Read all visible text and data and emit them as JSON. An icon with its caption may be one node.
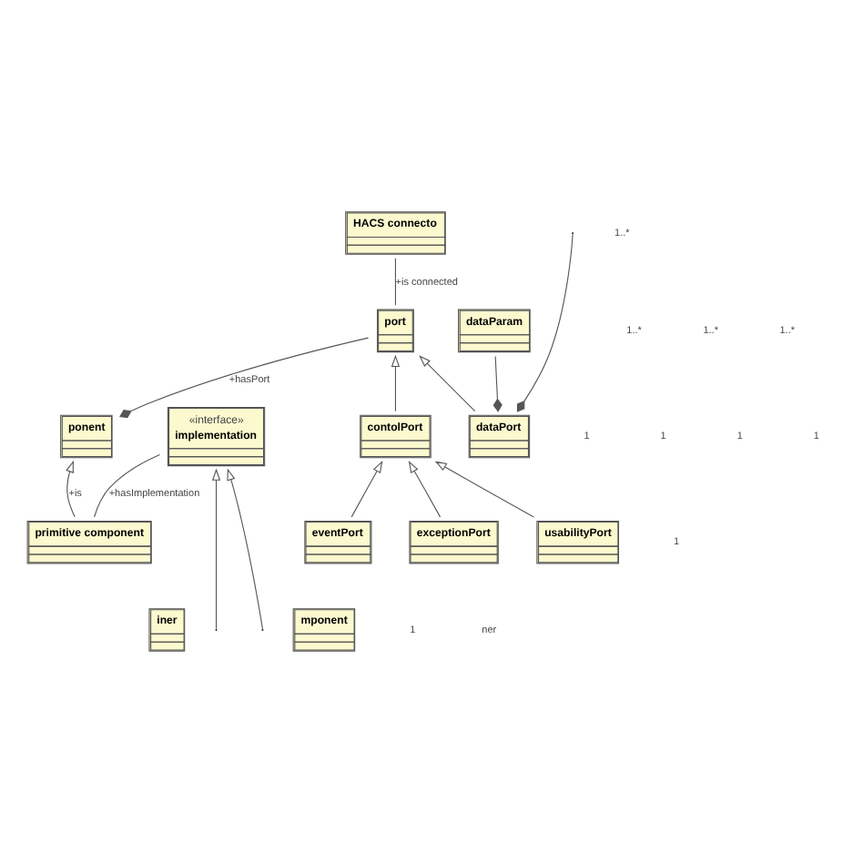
{
  "diagram": {
    "nodes": [
      {
        "text": [
          "iner"
        ]
      },
      {
        "text": [
          "port"
        ]
      },
      {
        "text": [
          "HACS connecto"
        ]
      },
      {
        "text": [
          "ponent"
        ]
      },
      {
        "text": [
          "contolPort"
        ]
      },
      {
        "text": [
          "dataPort"
        ]
      },
      {
        "text": [
          "eventPort"
        ]
      },
      {
        "text": [
          "exceptionPort"
        ]
      },
      {
        "text": [
          "usabilityPort"
        ]
      },
      {
        "text": [
          "dataParam"
        ]
      },
      {
        "text": [
          "primitive component"
        ]
      },
      {
        "text": [
          "mponent"
        ]
      },
      {
        "text": [
          "«interface»",
          "implementation"
        ]
      }
    ],
    "edges": [
      {
        "from": 1,
        "to": 2,
        "arrow": "none",
        "label": "+is connected"
      },
      {
        "from": 3,
        "to": 1,
        "arrow": "other",
        "label": "+hasPort"
      },
      {
        "from": 4,
        "to": 1,
        "arrow": "to"
      },
      {
        "from": 5,
        "to": 1,
        "arrow": "to"
      },
      {
        "from": 6,
        "to": 4,
        "arrow": "to"
      },
      {
        "from": 7,
        "to": 4,
        "arrow": "to"
      },
      {
        "from": 8,
        "to": 4,
        "arrow": "to"
      },
      {
        "from": 5,
        "to": 9,
        "arrow": "other"
      },
      {
        "from": 5,
        "to": null,
        "arrow": "other"
      },
      {
        "from": 10,
        "to": 3,
        "arrow": "to",
        "label": "+is"
      },
      {
        "from": 10,
        "to": 12,
        "arrow": "none",
        "label": "+hasImplementation"
      },
      {
        "from": null,
        "to": 12,
        "arrow": "to"
      },
      {
        "from": null,
        "to": 12,
        "arrow": "to"
      }
    ],
    "labels": [
      "1..*",
      "1..*",
      "1..*",
      "1",
      "ner",
      "1",
      "1",
      "1",
      "1..*",
      "1",
      "1"
    ]
  }
}
